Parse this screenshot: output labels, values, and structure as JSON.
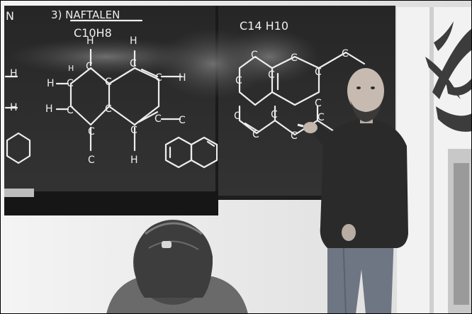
{
  "photo": {
    "board_texts": [
      {
        "text": "N"
      },
      {
        "text": "3) NAFTALEN"
      },
      {
        "text": "C10H8"
      },
      {
        "text": "C14 H10"
      }
    ],
    "atom_labels": [
      "H",
      "C",
      "C",
      "H",
      "H",
      "C",
      "C",
      "C",
      "C",
      "C",
      "H",
      "H",
      "C",
      "C",
      "C",
      "C",
      "C",
      "H",
      "H",
      "H",
      "H"
    ],
    "anthracene_labels": [
      "C",
      "C",
      "C",
      "C",
      "C",
      "C",
      "C",
      "C",
      "C",
      "C",
      "C",
      "C",
      "C"
    ],
    "colors": {
      "board": "#2b2b2b",
      "chalk": "#eeeeee",
      "wall": "#f0f0f0",
      "sweater": "#2a2a2a",
      "jeans": "#6e7683"
    }
  }
}
